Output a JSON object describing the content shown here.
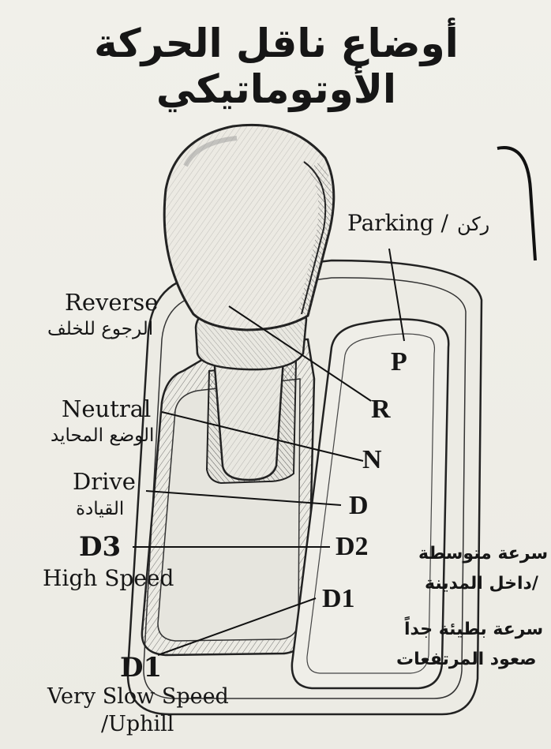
{
  "title": "أوضاع ناقل الحركة الأوتوماتيكي",
  "gears": [
    {
      "key": "p",
      "letter": "P"
    },
    {
      "key": "r",
      "letter": "R"
    },
    {
      "key": "n",
      "letter": "N"
    },
    {
      "key": "d",
      "letter": "D"
    },
    {
      "key": "d2",
      "letter": "D2"
    },
    {
      "key": "d1",
      "letter": "D1"
    }
  ],
  "labels": {
    "parking": {
      "en": "Parking /",
      "ar": "ركن"
    },
    "reverse": {
      "en": "Reverse",
      "ar": "الرجوع للخلف"
    },
    "neutral": {
      "en": "Neutral",
      "ar": "الوضع المحايد"
    },
    "drive": {
      "en": "Drive",
      "ar": "القيادة"
    },
    "d3": {
      "title": "D3",
      "sub": "High Speed"
    },
    "d1": {
      "title": "D1",
      "sub1": "Very Slow Speed",
      "sub2": "/Uphill"
    }
  },
  "right_notes": {
    "medium_line1": "سرعة متوسطة",
    "medium_line2": "/داخل المدينة",
    "slow_line1": "سرعة بطيئة جداً",
    "slow_line2": "صعود المرتفعات"
  }
}
